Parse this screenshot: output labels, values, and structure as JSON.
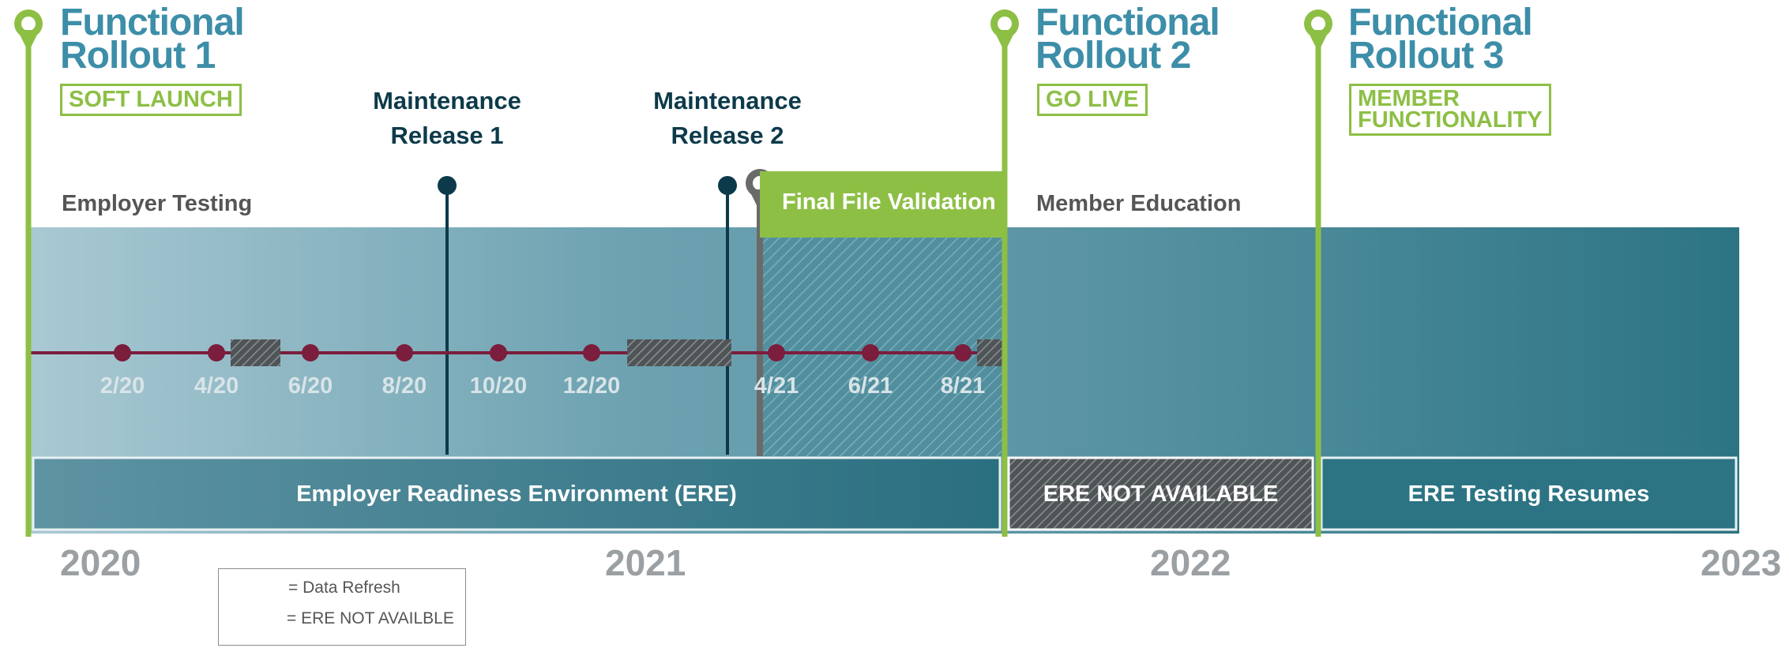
{
  "rollouts": [
    {
      "title_line1": "Functional",
      "title_line2": "Rollout 1",
      "badge_lines": [
        "SOFT LAUNCH"
      ]
    },
    {
      "title_line1": "Functional",
      "title_line2": "Rollout 2",
      "badge_lines": [
        "GO LIVE"
      ]
    },
    {
      "title_line1": "Functional",
      "title_line2": "Rollout 3",
      "badge_lines": [
        "MEMBER",
        "FUNCTIONALITY"
      ]
    }
  ],
  "maintenance": [
    {
      "line1": "Maintenance",
      "line2": "Release 1"
    },
    {
      "line1": "Maintenance",
      "line2": "Release 2"
    }
  ],
  "phases": {
    "employer_testing": "Employer Testing",
    "final_file_validation": "Final File Validation",
    "member_education": "Member Education"
  },
  "bars": {
    "ere": "Employer Readiness Environment (ERE)",
    "not_available": "ERE NOT AVAILABLE",
    "resumes": "ERE Testing Resumes"
  },
  "refresh_labels": [
    "2/20",
    "4/20",
    "6/20",
    "8/20",
    "10/20",
    "12/20",
    "4/21",
    "6/21",
    "8/21"
  ],
  "years": [
    "2020",
    "2021",
    "2022",
    "2023"
  ],
  "legend": {
    "data_refresh": "= Data Refresh",
    "not_available": "= ERE NOT AVAILBLE"
  },
  "colors": {
    "teal_dark": "#2a7383",
    "teal_light": "#a8c8d2",
    "green": "#8dbf45",
    "heading_blue": "#3d8ea8",
    "maroon": "#7b1d3c",
    "navy": "#0d3a4a",
    "gray_block": "#5a5a5a"
  },
  "icons": [
    "map-pin-icon",
    "data-refresh-dot-icon",
    "hatched-block-icon"
  ]
}
